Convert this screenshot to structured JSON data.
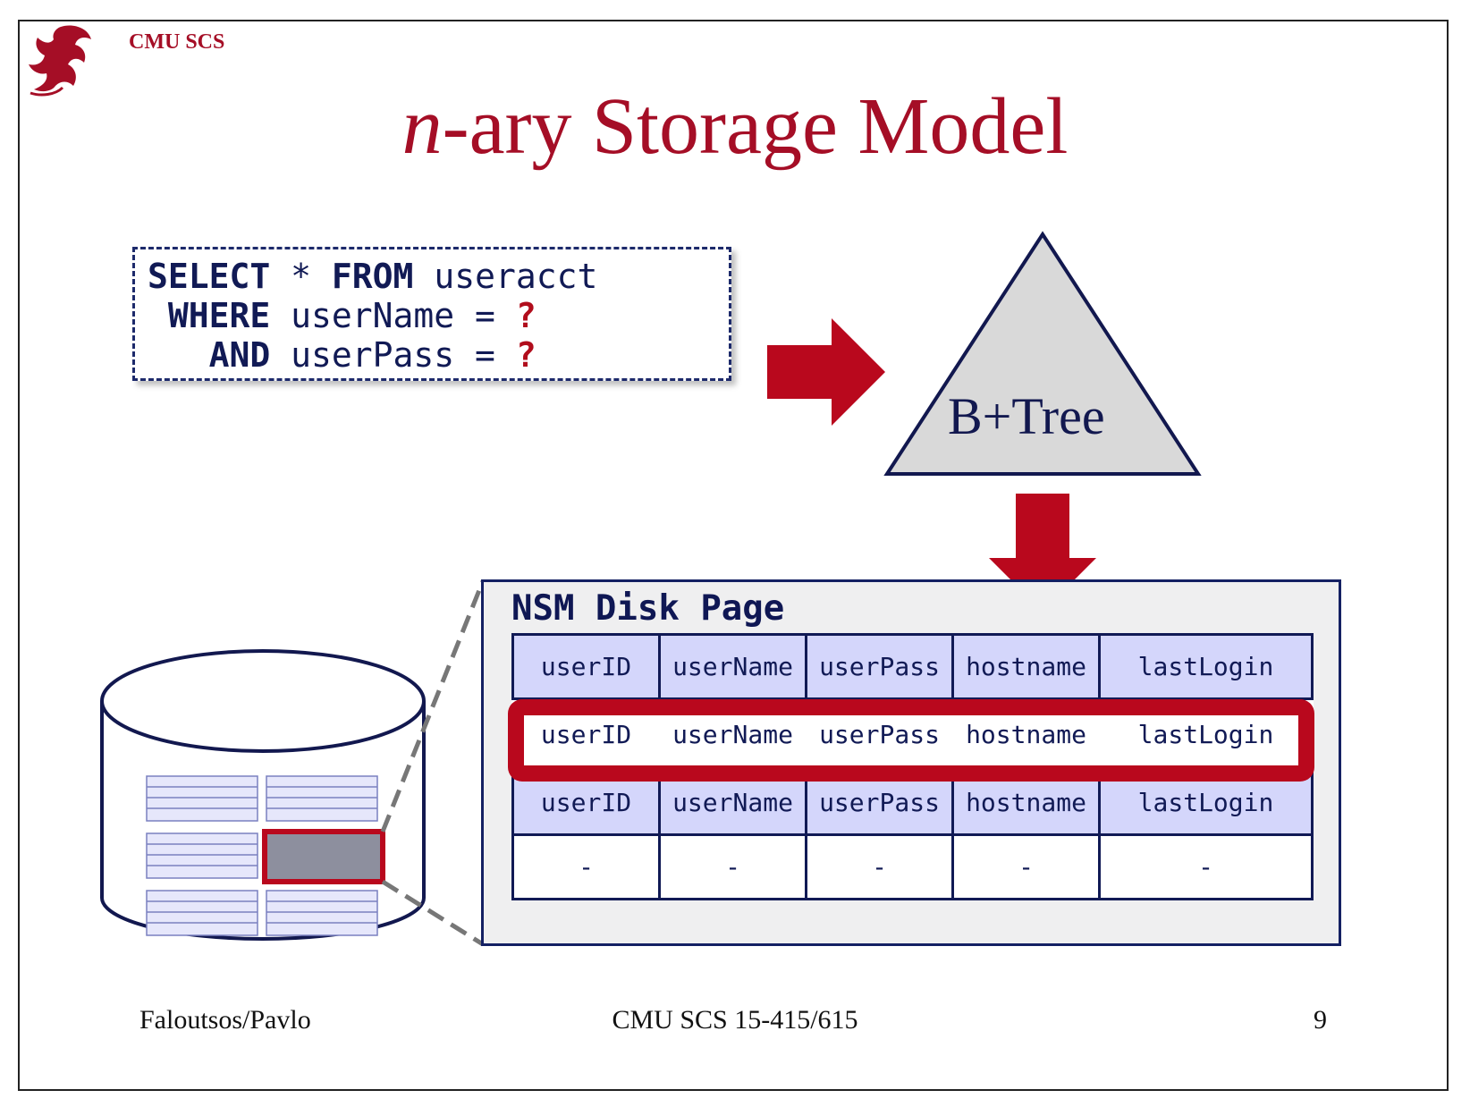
{
  "header": {
    "org_label": "CMU SCS",
    "logo_icon": "dragon-logo-icon"
  },
  "title": {
    "italic_part": "n",
    "rest": "-ary Storage Model"
  },
  "query": {
    "line1_kw1": "SELECT",
    "line1_rest1": " * ",
    "line1_kw2": "FROM",
    "line1_rest2": " useracct",
    "line2_kw": " WHERE",
    "line2_rest": " userName = ",
    "line3_kw": "   AND",
    "line3_rest": " userPass = ",
    "param": "?"
  },
  "index": {
    "label": "B+Tree"
  },
  "disk_page": {
    "title": "NSM Disk Page",
    "columns": [
      "userID",
      "userName",
      "userPass",
      "hostname",
      "lastLogin"
    ],
    "rows": [
      [
        "userID",
        "userName",
        "userPass",
        "hostname",
        "lastLogin"
      ],
      [
        "userID",
        "userName",
        "userPass",
        "hostname",
        "lastLogin"
      ],
      [
        "userID",
        "userName",
        "userPass",
        "hostname",
        "lastLogin"
      ],
      [
        "-",
        "-",
        "-",
        "-",
        "-"
      ]
    ],
    "highlighted_row_index": 1
  },
  "colors": {
    "accent_red": "#b9081d",
    "navy": "#111a55",
    "cell_fill": "#d4d6fb",
    "title_red": "#a50e26"
  },
  "footer": {
    "left": "Faloutsos/Pavlo",
    "center": "CMU SCS 15-415/615",
    "page_number": "9"
  }
}
